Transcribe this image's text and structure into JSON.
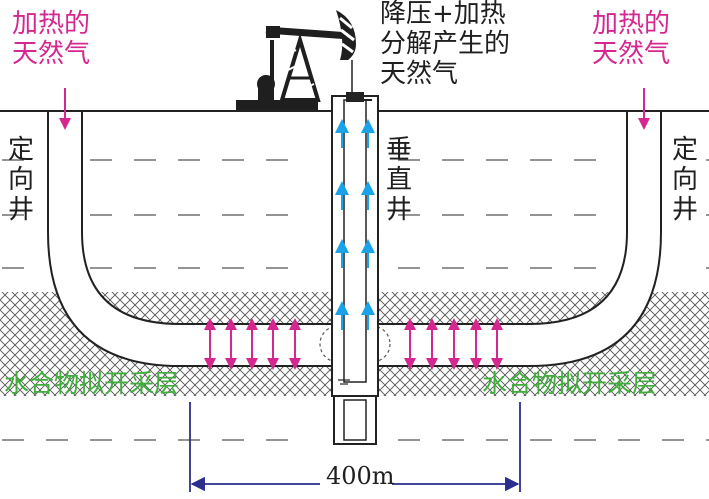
{
  "labels": {
    "left_gas": "加热的\n天然气",
    "right_gas": "加热的\n天然气",
    "center_gas": "降压+加热\n分解产生的\n天然气",
    "left_well": "定向井",
    "right_well": "定向井",
    "vertical_well": "垂直井",
    "left_layer": "水合物拟开采层",
    "right_layer": "水合物拟开采层",
    "distance": "400m"
  },
  "colors": {
    "magenta": "#d6268f",
    "blue": "#1aa3e8",
    "green": "#3fae3b",
    "dark": "#1f1f1f",
    "hatch": "#555555",
    "dim_line": "#2a2e8c"
  },
  "icons": [
    "pump-jack-icon",
    "up-arrow-icon",
    "double-arrow-icon"
  ]
}
